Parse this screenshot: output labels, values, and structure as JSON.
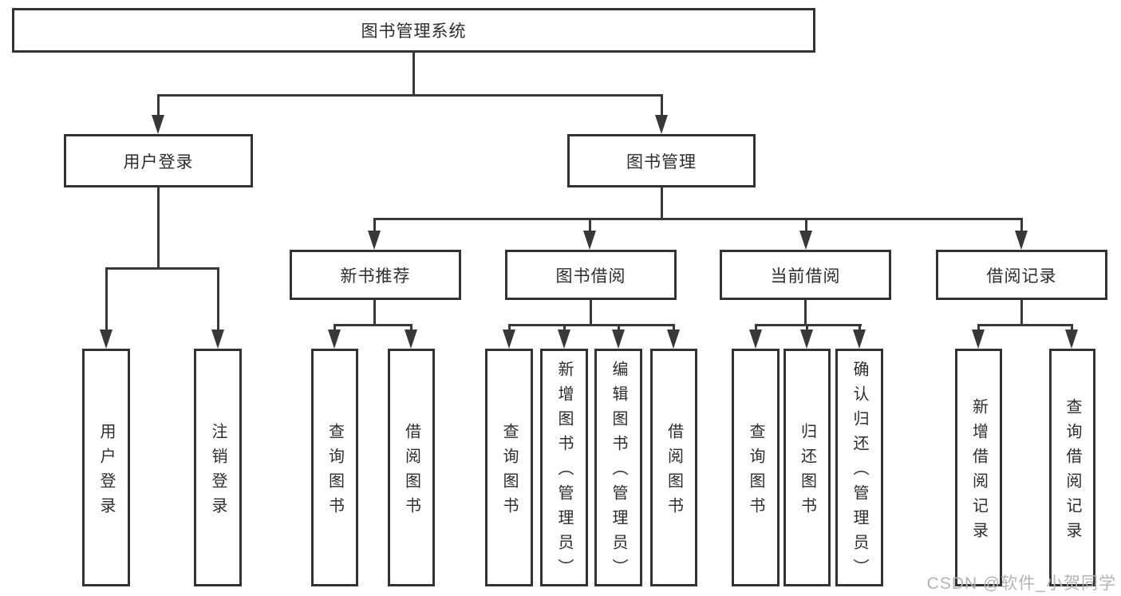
{
  "diagram": {
    "root": {
      "label": "图书管理系统"
    },
    "level2": [
      {
        "label": "用户登录",
        "parent": "图书管理系统"
      },
      {
        "label": "图书管理",
        "parent": "图书管理系统"
      }
    ],
    "level3": [
      {
        "label": "新书推荐",
        "parent": "图书管理"
      },
      {
        "label": "图书借阅",
        "parent": "图书管理"
      },
      {
        "label": "当前借阅",
        "parent": "图书管理"
      },
      {
        "label": "借阅记录",
        "parent": "图书管理"
      }
    ],
    "leaves": [
      {
        "label": "用户登录",
        "parent": "用户登录"
      },
      {
        "label": "注销登录",
        "parent": "用户登录"
      },
      {
        "label": "查询图书",
        "parent": "新书推荐"
      },
      {
        "label": "借阅图书",
        "parent": "新书推荐"
      },
      {
        "label": "查询图书",
        "parent": "图书借阅"
      },
      {
        "label": "新增图书（管理员）",
        "parent": "图书借阅"
      },
      {
        "label": "编辑图书（管理员）",
        "parent": "图书借阅"
      },
      {
        "label": "借阅图书",
        "parent": "图书借阅"
      },
      {
        "label": "查询图书",
        "parent": "当前借阅"
      },
      {
        "label": "归还图书",
        "parent": "当前借阅"
      },
      {
        "label": "确认归还（管理员）",
        "parent": "当前借阅"
      },
      {
        "label": "新增借阅记录",
        "parent": "借阅记录"
      },
      {
        "label": "查询借阅记录",
        "parent": "借阅记录"
      }
    ]
  },
  "watermark": {
    "text": "CSDN @软件_小贺同学"
  },
  "colors": {
    "line": "#383838",
    "box_border": "#333333",
    "text": "#2d2d2d",
    "watermark": "#b4b4b4",
    "background": "#ffffff"
  }
}
